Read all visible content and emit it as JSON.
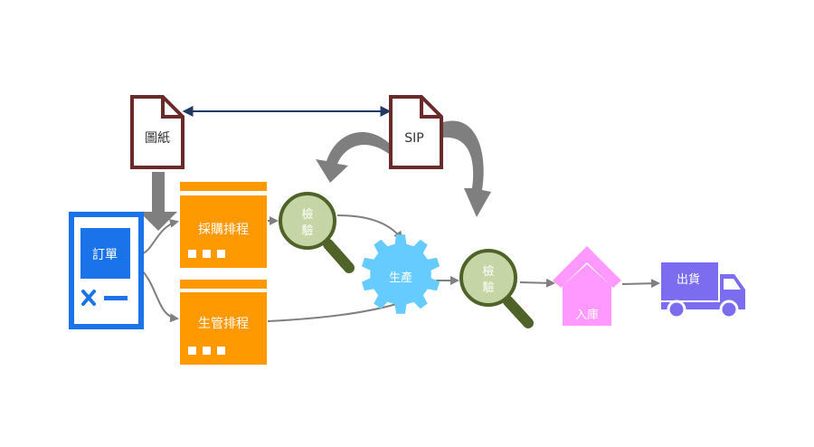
{
  "nodes": {
    "drawing": "圖紙",
    "sip": "SIP",
    "order": "訂單",
    "purchase_schedule": "採購排程",
    "production_schedule": "生管排程",
    "inspection_1": [
      "檢",
      "驗"
    ],
    "production": "生產",
    "inspection_2": [
      "檢",
      "驗"
    ],
    "warehouse": "入庫",
    "shipping": "出貨"
  },
  "colors": {
    "document_border": "#6b2a2a",
    "order_blue": "#1a73e8",
    "schedule_orange": "#ff9900",
    "magnifier_green": "#c5d5a5",
    "magnifier_handle": "#4f6228",
    "gear_blue": "#66ccff",
    "warehouse_pink": "#ff99ff",
    "truck_purple": "#7b6cf0",
    "arrow_gray": "#7f7f7f",
    "link_navy": "#1f3864"
  }
}
